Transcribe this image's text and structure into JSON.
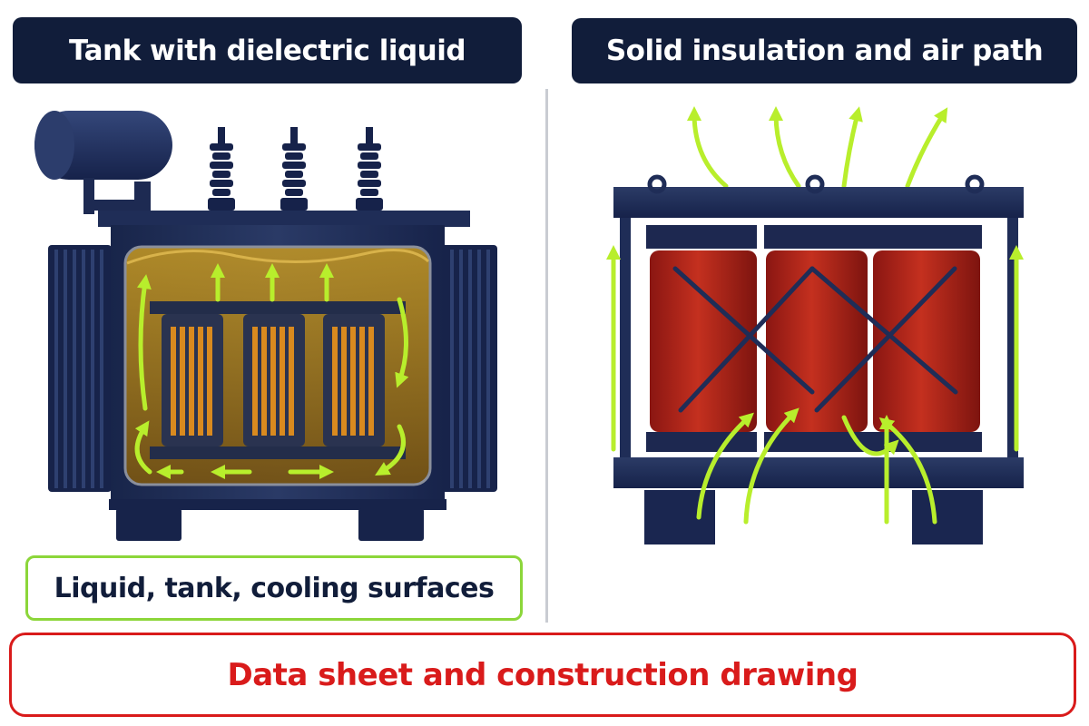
{
  "left_panel": {
    "title": "Tank with dielectric liquid",
    "caption": "Liquid, tank, cooling surfaces"
  },
  "right_panel": {
    "title": "Solid insulation and air path"
  },
  "footer": {
    "label": "Data sheet and construction drawing"
  },
  "colors": {
    "navy": "#111d3a",
    "steel": "#1f2d4f",
    "oil": "#b58a1c",
    "coil": "#d98a1f",
    "resin": "#b3231b",
    "arrow": "#b8ee2c",
    "caption_border": "#8cd63a",
    "footer_red": "#d91b1b"
  }
}
